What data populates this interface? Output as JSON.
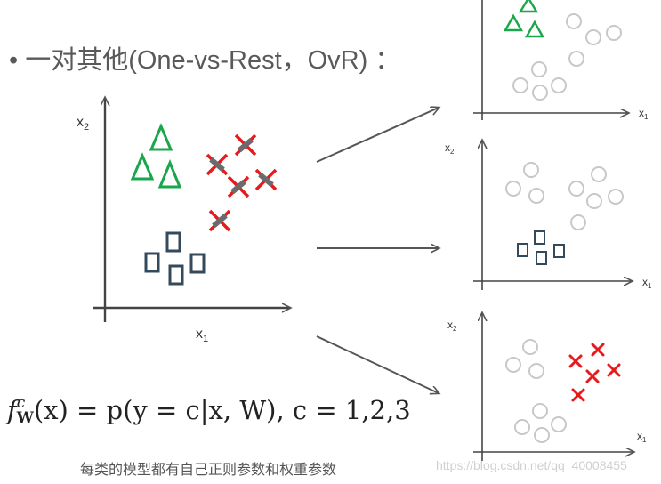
{
  "heading": {
    "text": "• 一对其他(One-vs-Rest，OvR) ："
  },
  "axes": {
    "x": "x",
    "x_sub": "1",
    "y": "x",
    "y_sub": "2"
  },
  "formula": {
    "f": "f",
    "sup": "c",
    "sub": "W",
    "rest": "(x) = p(y = c|x, W), c = 1,2,3"
  },
  "caption": {
    "text": "每类的模型都有自己正则参数和权重参数"
  },
  "watermark": {
    "text": "https://blog.csdn.net/qq_40008455"
  },
  "colors": {
    "triangle": "#1aa64a",
    "square": "#33495c",
    "cross": "#e8191c",
    "cross_bar": "#6b6b6b",
    "rest_circle": "#c8c8c8",
    "axis": "#444444",
    "arrow": "#555555"
  }
}
